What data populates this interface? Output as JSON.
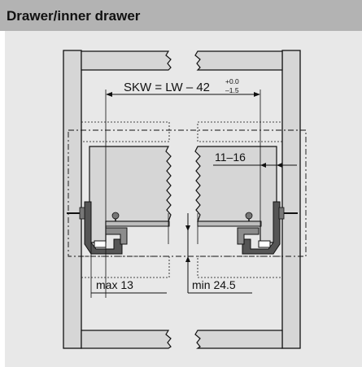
{
  "header": {
    "title": "Drawer/inner drawer"
  },
  "diagram": {
    "skw_formula": "SKW = LW – 42",
    "tol_upper": "+0.0",
    "tol_lower": "–1.5",
    "dim_side": "11–16",
    "dim_max": "max 13",
    "dim_min": "min 24.5"
  },
  "colors": {
    "header_bg": "#b3b3b3",
    "panel_bg": "#e8e8e8",
    "part_fill": "#d6d6d6",
    "line": "#111111"
  }
}
